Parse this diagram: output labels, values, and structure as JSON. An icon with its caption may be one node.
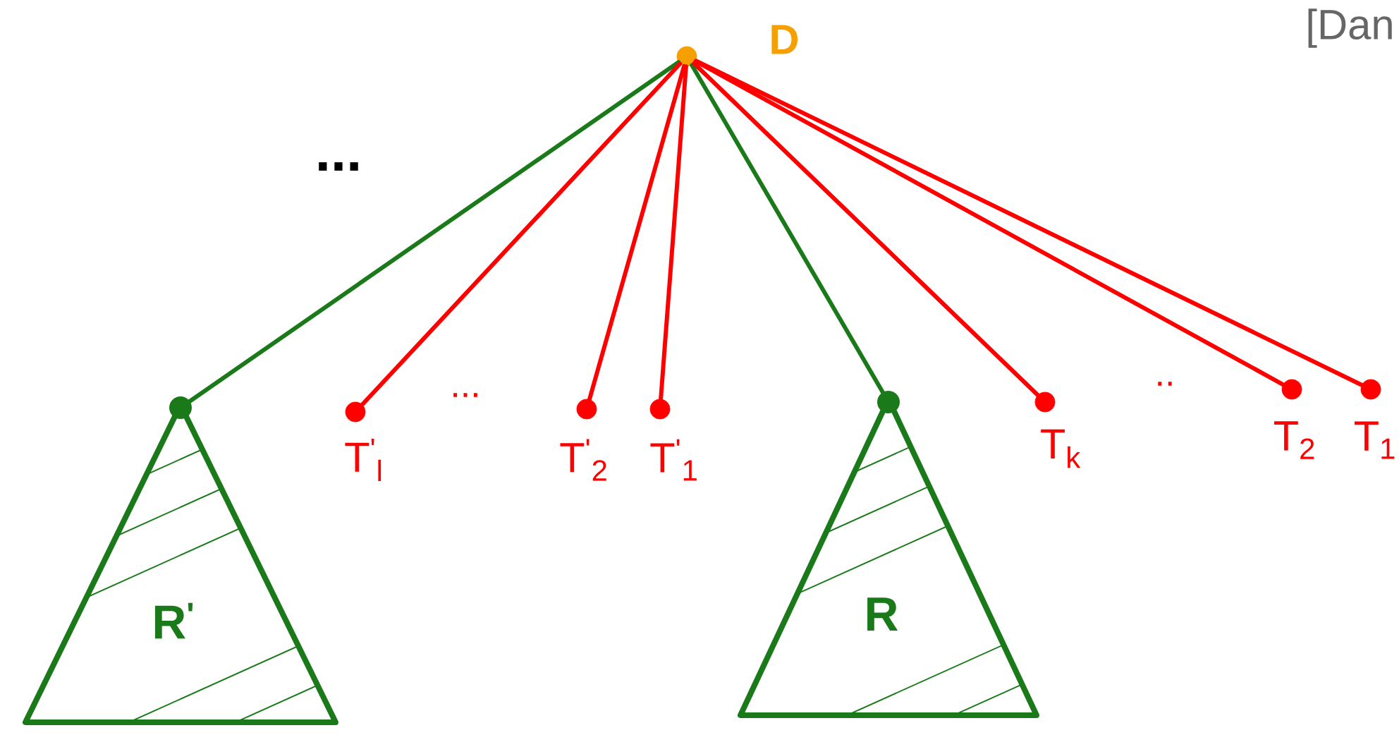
{
  "diagram": {
    "nodes": [
      {
        "text": [],
        "shape": "circle",
        "beside": [
          "D"
        ]
      },
      {
        "text": [
          "R$^{'}$"
        ]
      },
      {
        "text": [],
        "shape": "circle",
        "beside": [
          "T$^{'}$$_{l}$"
        ]
      },
      {
        "text": [],
        "shape": "circle",
        "beside": [
          "T$^{'}$$_{2}$"
        ]
      },
      {
        "text": [],
        "shape": "circle",
        "beside": [
          "T$^{'}$$_{1}$"
        ]
      },
      {
        "text": [
          "R"
        ]
      },
      {
        "text": [],
        "shape": "circle",
        "beside": [
          "T$_{k}$"
        ]
      },
      {
        "text": [],
        "shape": "circle",
        "beside": [
          "T$_{2}$"
        ]
      },
      {
        "text": [],
        "shape": "circle",
        "beside": [
          "T$_{1}$"
        ]
      }
    ],
    "edges": [
      {
        "from": 0,
        "to": 1,
        "arrow": "none",
        "color": "#1a7a1a"
      },
      {
        "from": 0,
        "to": 2,
        "arrow": "none"
      },
      {
        "from": 0,
        "to": 3,
        "arrow": "none"
      },
      {
        "from": 0,
        "to": 4,
        "arrow": "none"
      },
      {
        "from": 0,
        "to": 5,
        "arrow": "none",
        "color": "#1a7a1a"
      },
      {
        "from": 0,
        "to": 6,
        "arrow": "none"
      },
      {
        "from": 0,
        "to": 7,
        "arrow": "none"
      },
      {
        "from": 0,
        "to": 8,
        "arrow": "none"
      }
    ],
    "labels": [
      "[Dan",
      "...",
      "...",
      ".."
    ]
  }
}
